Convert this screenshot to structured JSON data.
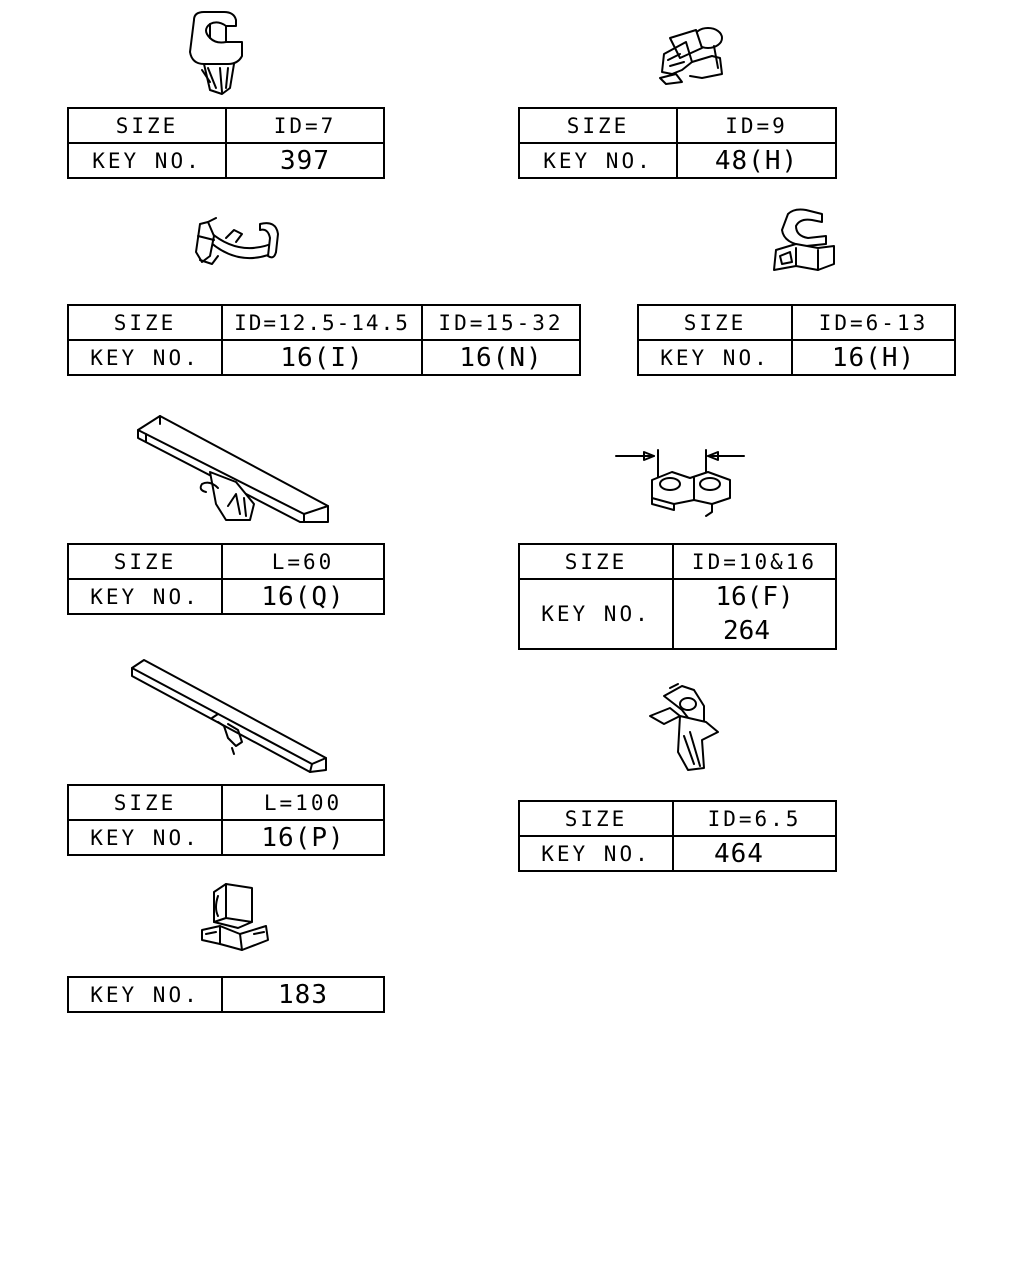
{
  "parts": [
    {
      "size_label": "SIZE",
      "size_value": "ID=7",
      "key_label": "KEY NO.",
      "key_value": "397",
      "icon": "hole-clip-icon"
    },
    {
      "size_label": "SIZE",
      "size_value": "ID=9",
      "key_label": "KEY NO.",
      "key_value": "48(H)",
      "icon": "hose-clip-icon"
    },
    {
      "size_label": "SIZE",
      "size_values": [
        "ID=12.5-14.5",
        "ID=15-32"
      ],
      "key_label": "KEY NO.",
      "key_values": [
        "16(I)",
        "16(N)"
      ],
      "icon": "band-clamp-icon"
    },
    {
      "size_label": "SIZE",
      "size_value": "ID=6-13",
      "key_label": "KEY NO.",
      "key_value": "16(H)",
      "icon": "double-clip-icon"
    },
    {
      "size_label": "SIZE",
      "size_value": "L=60",
      "key_label": "KEY NO.",
      "key_value": "16(Q)",
      "icon": "protector-clip-short-icon"
    },
    {
      "size_label": "SIZE",
      "size_value": "ID=10&16",
      "key_label": "KEY NO.",
      "key_values": [
        "16(F)",
        "264"
      ],
      "icon": "twin-pipe-clip-icon"
    },
    {
      "size_label": "SIZE",
      "size_value": "L=100",
      "key_label": "KEY NO.",
      "key_value": "16(P)",
      "icon": "protector-clip-long-icon"
    },
    {
      "size_label": "SIZE",
      "size_value": "ID=6.5",
      "key_label": "KEY NO.",
      "key_value": "464",
      "icon": "pipe-clip-icon"
    },
    {
      "key_label": "KEY NO.",
      "key_value": "183",
      "icon": "connector-clip-icon"
    }
  ]
}
